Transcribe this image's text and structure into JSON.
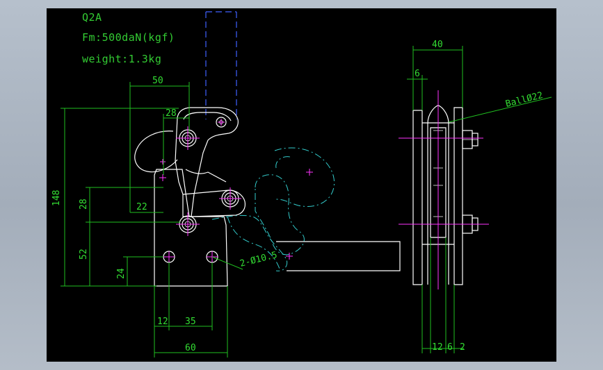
{
  "title_block": {
    "model": "Q2A",
    "force": "Fm:500daN(kgf)",
    "weight": "weight:1.3kg"
  },
  "dimensions": {
    "d50": "50",
    "d28_top": "28",
    "d148": "148",
    "d28_left": "28",
    "d22": "22",
    "d52": "52",
    "d24": "24",
    "d12": "12",
    "d35": "35",
    "d60": "60",
    "holes": "2-Ø10.5",
    "d40": "40",
    "d6": "6",
    "ball": "BallØ22",
    "d12_side": "12",
    "d6_side": "6",
    "d2": "2"
  },
  "colors": {
    "background": "#000000",
    "outline": "#ffffff",
    "dimension": "#20c020",
    "phantom": "#33cccc",
    "handle_hidden": "#4060ff",
    "centerline": "#ff33ff"
  }
}
